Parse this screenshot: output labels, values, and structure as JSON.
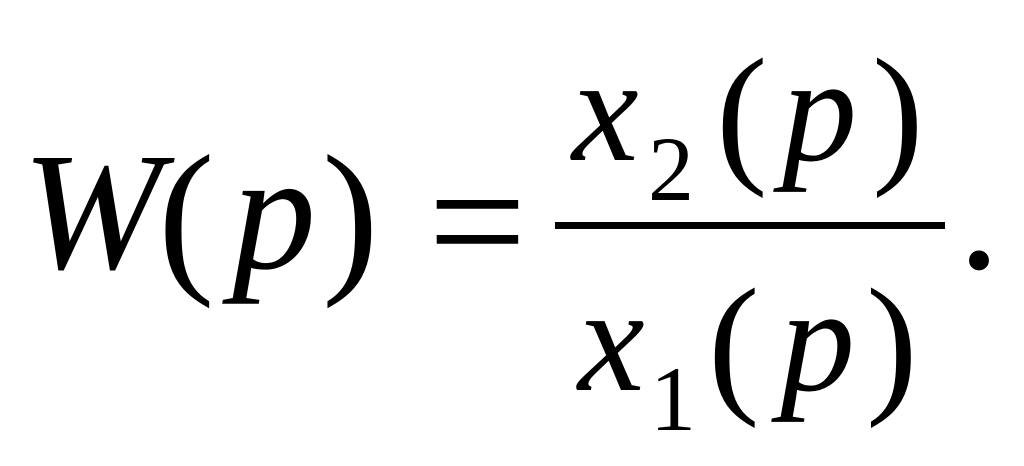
{
  "formula": {
    "lhs": {
      "func": "W",
      "lparen": "(",
      "arg": "p",
      "rparen": ")"
    },
    "equals": "=",
    "numerator": {
      "var": "x",
      "sub": "2",
      "lparen": "(",
      "arg": "p",
      "rparen": ")"
    },
    "denominator": {
      "var": "x",
      "sub": "1",
      "lparen": "(",
      "arg": "p",
      "rparen": ")"
    },
    "period": "."
  }
}
